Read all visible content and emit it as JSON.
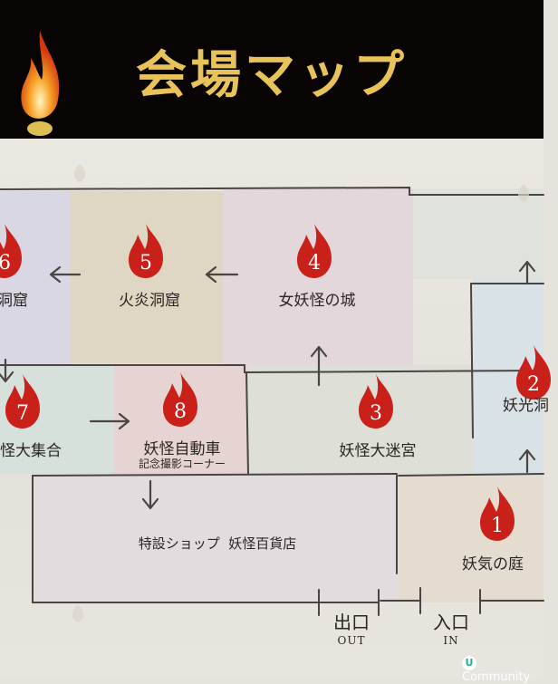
{
  "header": {
    "title": "会場マップ"
  },
  "rooms": [
    {
      "num": "1",
      "label": "妖気の庭"
    },
    {
      "num": "2",
      "label": "妖光洞"
    },
    {
      "num": "3",
      "label": "妖怪大迷宮"
    },
    {
      "num": "4",
      "label": "女妖怪の城"
    },
    {
      "num": "5",
      "label": "火炎洞窟"
    },
    {
      "num": "6",
      "label": "洞窟"
    },
    {
      "num": "7",
      "label": "怪大集合"
    },
    {
      "num": "8",
      "label": "妖怪自動車",
      "sublabel": "記念撮影コーナー"
    }
  ],
  "shop": {
    "label": "特設ショップ  妖怪百貨店"
  },
  "exit": {
    "label": "出口",
    "en": "OUT"
  },
  "entrance": {
    "label": "入口",
    "en": "IN"
  },
  "watermark": {
    "text": "Community",
    "badge": "U"
  },
  "colors": {
    "header_bg": "#080404",
    "title": "#e7c35a",
    "flame": "#c9201a",
    "flame_num": "#ffffff"
  }
}
